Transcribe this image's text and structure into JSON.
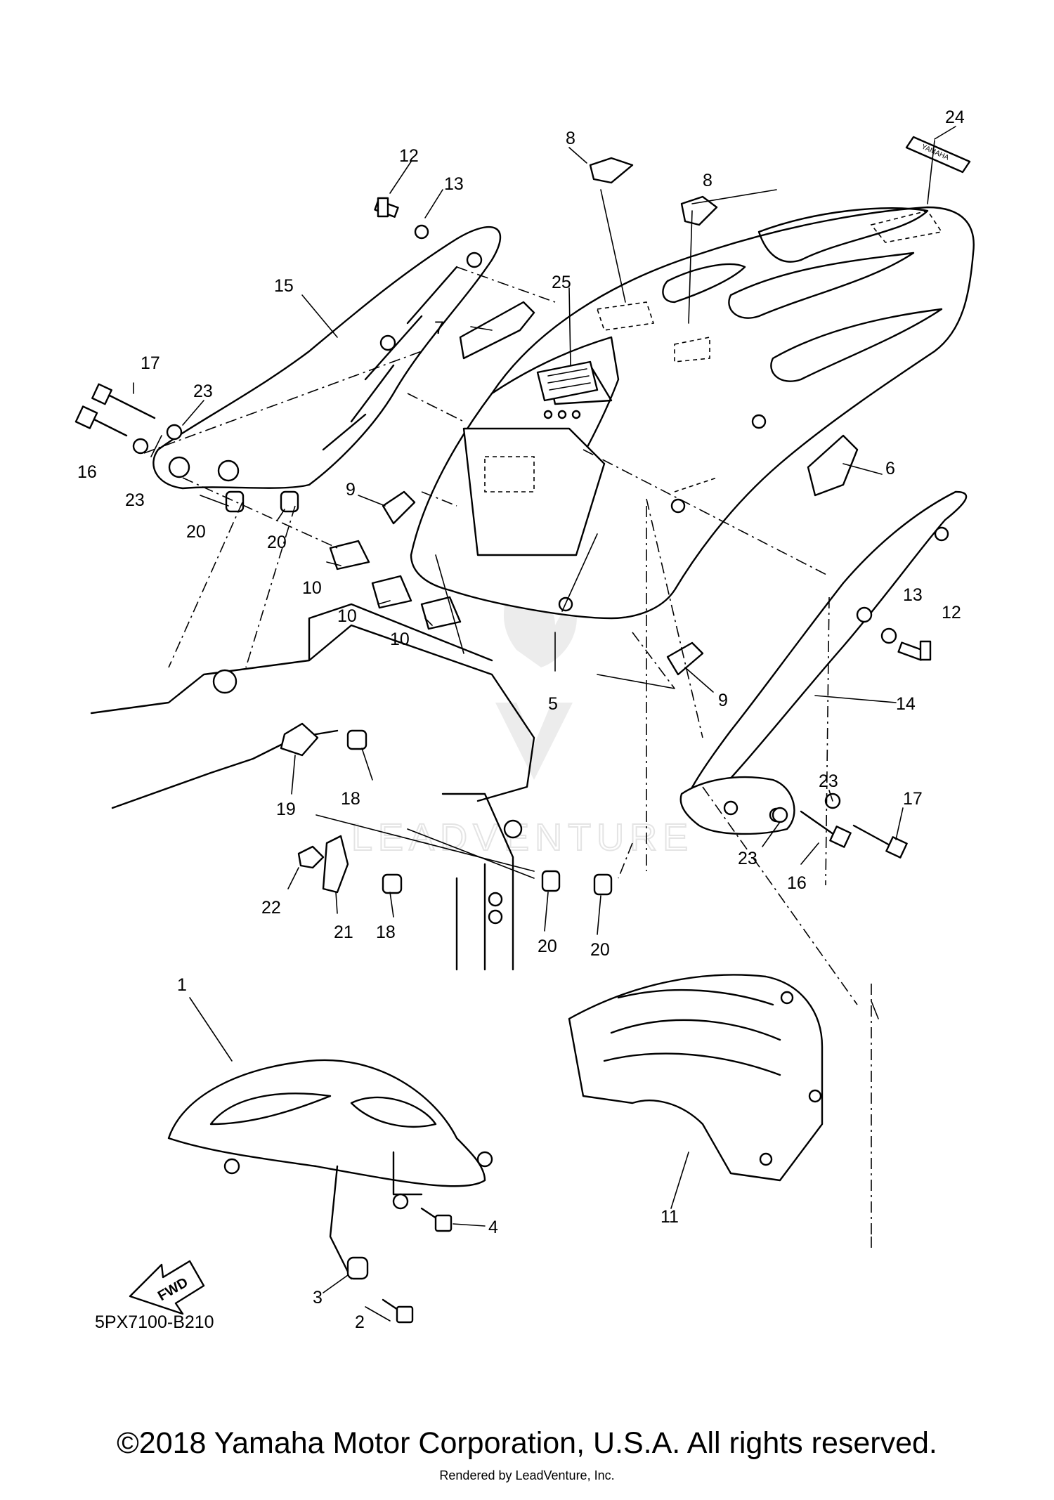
{
  "diagram": {
    "part_labels": [
      "1",
      "2",
      "3",
      "4",
      "5",
      "6",
      "7",
      "8",
      "8",
      "9",
      "9",
      "10",
      "10",
      "10",
      "11",
      "12",
      "12",
      "13",
      "13",
      "14",
      "15",
      "16",
      "16",
      "17",
      "17",
      "18",
      "18",
      "19",
      "20",
      "20",
      "20",
      "20",
      "21",
      "22",
      "23",
      "23",
      "23",
      "23",
      "24",
      "25"
    ],
    "code": "5PX7100-B210",
    "fwd_label": "FWD",
    "decal_text": "YAMAHA",
    "watermark": "LEADVENTURE"
  },
  "footer": {
    "copyright": "©2018 Yamaha Motor Corporation, U.S.A. All rights reserved.",
    "rendered_by": "Rendered by LeadVenture, Inc."
  }
}
